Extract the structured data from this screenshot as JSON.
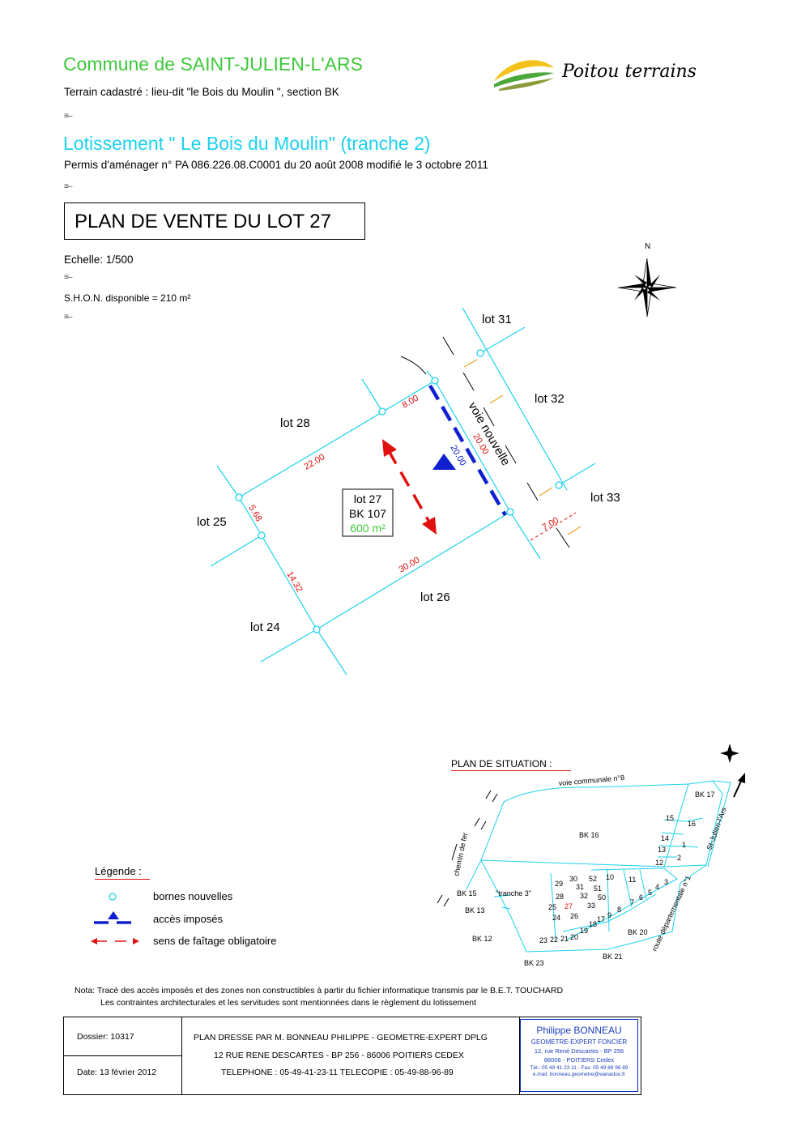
{
  "header": {
    "commune": "Commune de SAINT-JULIEN-L'ARS",
    "terrain": "Terrain cadastré : lieu-dit \"le Bois du Moulin \", section BK",
    "lotissement": "Lotissement \" Le Bois du Moulin\"  (tranche 2)",
    "permis": "Permis d'aménager n° PA 086.226.08.C0001 du 20 août 2008 modifié le 3 octobre 2011",
    "logo_text": "Poitou terrains",
    "separator": "≡–"
  },
  "title": "PLAN DE VENTE DU LOT 27",
  "echelle": "Echelle: 1/500",
  "shon": "S.H.O.N. disponible = 210 m²",
  "north": "N",
  "plan": {
    "neighbors": [
      "lot 31",
      "lot 32",
      "lot 28",
      "lot 33",
      "lot 25",
      "lot 26",
      "lot 24"
    ],
    "lot_label": [
      "lot 27",
      "BK 107",
      "600 m²"
    ],
    "road": "voie nouvelle",
    "dims": [
      "8.00",
      "22.00",
      "20.00",
      "20.00",
      "5.68",
      "14.32",
      "30.00",
      "7.00"
    ]
  },
  "situation": {
    "title": "PLAN DE SITUATION :",
    "voie_communale": "voie communale n°8",
    "chemin": "chemin de fer",
    "route": "route départementale n°1",
    "direction": "St-Julien-l'Ars",
    "tranche": "\"tranche 3\"",
    "bk_labels": [
      "BK 16",
      "BK 17",
      "BK 15",
      "BK 13",
      "BK 12",
      "BK 23",
      "BK 21",
      "BK 20"
    ],
    "lots": [
      "15",
      "16",
      "14",
      "1",
      "13",
      "2",
      "12",
      "29",
      "30",
      "52",
      "10",
      "11",
      "31",
      "51",
      "3",
      "4",
      "5",
      "6",
      "7",
      "28",
      "32",
      "50",
      "25",
      "27",
      "33",
      "8",
      "9",
      "24",
      "26",
      "17",
      "18",
      "19",
      "20",
      "21",
      "22",
      "23"
    ]
  },
  "legende": {
    "title": "Légende :",
    "items": [
      "bornes nouvelles",
      "accès imposés",
      "sens de faîtage obligatoire"
    ]
  },
  "note": {
    "line1": "Nota: Tracé des accès imposés et des zones non constructibles à partir du fichier informatique transmis par le B.E.T. TOUCHARD",
    "line2": "Les contraintes architecturales et les servitudes sont mentionnées dans le règlement du lotissement"
  },
  "footer": {
    "dossier": "Dossier: 10317",
    "date": "Date: 13 février 2012",
    "line1": "PLAN DRESSE PAR M. BONNEAU PHILIPPE - GEOMETRE-EXPERT DPLG",
    "line2": "12 RUE RENE DESCARTES - BP 256 - 86006 POITIERS CEDEX",
    "line3": "TELEPHONE : 05-49-41-23-11   TELECOPIE : 05-49-88-96-89",
    "stamp_name": "Philippe BONNEAU",
    "stamp_title": "GEOMETRE-EXPERT FONCIER",
    "stamp_addr": "12, rue René Descartes - BP 256",
    "stamp_city": "86006 -  POITIERS Cedex",
    "stamp_tel": "Tél.: 05 49 41 23 11 - Fax: 05 49 88 96 89",
    "stamp_mail": "e.mail: bonneau.geometre@wanadoo.fr"
  },
  "colors": {
    "cyan": "#1bd2ee",
    "green": "#3ec83a",
    "blue": "#1020d0",
    "red": "#e01010",
    "orange": "#f0a020"
  }
}
